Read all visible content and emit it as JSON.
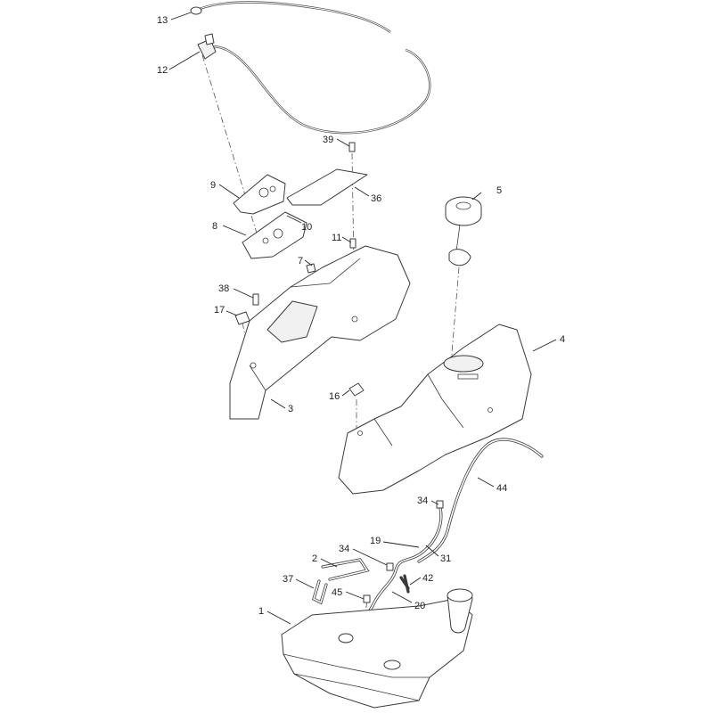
{
  "callouts": [
    {
      "id": "13",
      "label": "13"
    },
    {
      "id": "12",
      "label": "12"
    },
    {
      "id": "39",
      "label": "39"
    },
    {
      "id": "9",
      "label": "9"
    },
    {
      "id": "36",
      "label": "36"
    },
    {
      "id": "5",
      "label": "5"
    },
    {
      "id": "8",
      "label": "8"
    },
    {
      "id": "10",
      "label": "10"
    },
    {
      "id": "11",
      "label": "11"
    },
    {
      "id": "7",
      "label": "7"
    },
    {
      "id": "38",
      "label": "38"
    },
    {
      "id": "17",
      "label": "17"
    },
    {
      "id": "4",
      "label": "4"
    },
    {
      "id": "3",
      "label": "3"
    },
    {
      "id": "16",
      "label": "16"
    },
    {
      "id": "44",
      "label": "44"
    },
    {
      "id": "34a",
      "label": "34"
    },
    {
      "id": "19",
      "label": "19"
    },
    {
      "id": "34b",
      "label": "34"
    },
    {
      "id": "31",
      "label": "31"
    },
    {
      "id": "2",
      "label": "2"
    },
    {
      "id": "42",
      "label": "42"
    },
    {
      "id": "37",
      "label": "37"
    },
    {
      "id": "45",
      "label": "45"
    },
    {
      "id": "20",
      "label": "20"
    },
    {
      "id": "1",
      "label": "1"
    }
  ]
}
